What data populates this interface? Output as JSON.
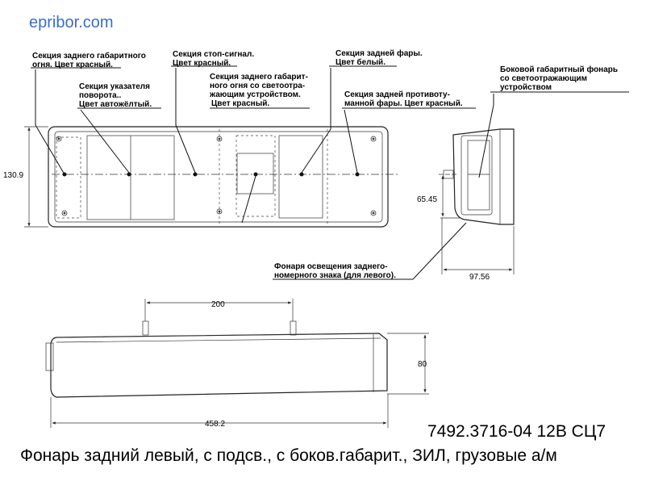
{
  "site": "epribor.com",
  "labels": {
    "rear_marker_1": "Секция  заднего габаритного",
    "rear_marker_2": "огня. Цвет красный.",
    "turn_1": "Секция  указателя",
    "turn_2": "поворота..",
    "turn_3": "Цвет автожёлтый.",
    "stop_1": "Секция стоп-сигнал.",
    "stop_2": "Цвет красный.",
    "reflex_1": "Секция заднего габарит-",
    "reflex_2": "ного огня со светоотра-",
    "reflex_3": "жающим устройством.",
    "reflex_4": "Цвет красный.",
    "reverse_1": "Секция  задней фары.",
    "reverse_2": "Цвет белый.",
    "fog_1": "Секция задней противоту-",
    "fog_2": "манной фары. Цвет красный.",
    "side_1": "Боковой габаритный фонарь",
    "side_2": "со светоотражающим",
    "side_3": "устройством",
    "plate_1": "Фонаря освещения заднего-",
    "plate_2": "номерного знака (для левого)."
  },
  "dimensions": {
    "height": "130.9",
    "half_height": "65.45",
    "depth": "97.56",
    "mount_spacing": "200",
    "body_height": "80",
    "length": "458.2"
  },
  "model": "7492.3716-04 12В СЦ7",
  "caption": "Фонарь задний левый, с подсв., с боков.габарит., ЗИЛ, грузовые а/м"
}
